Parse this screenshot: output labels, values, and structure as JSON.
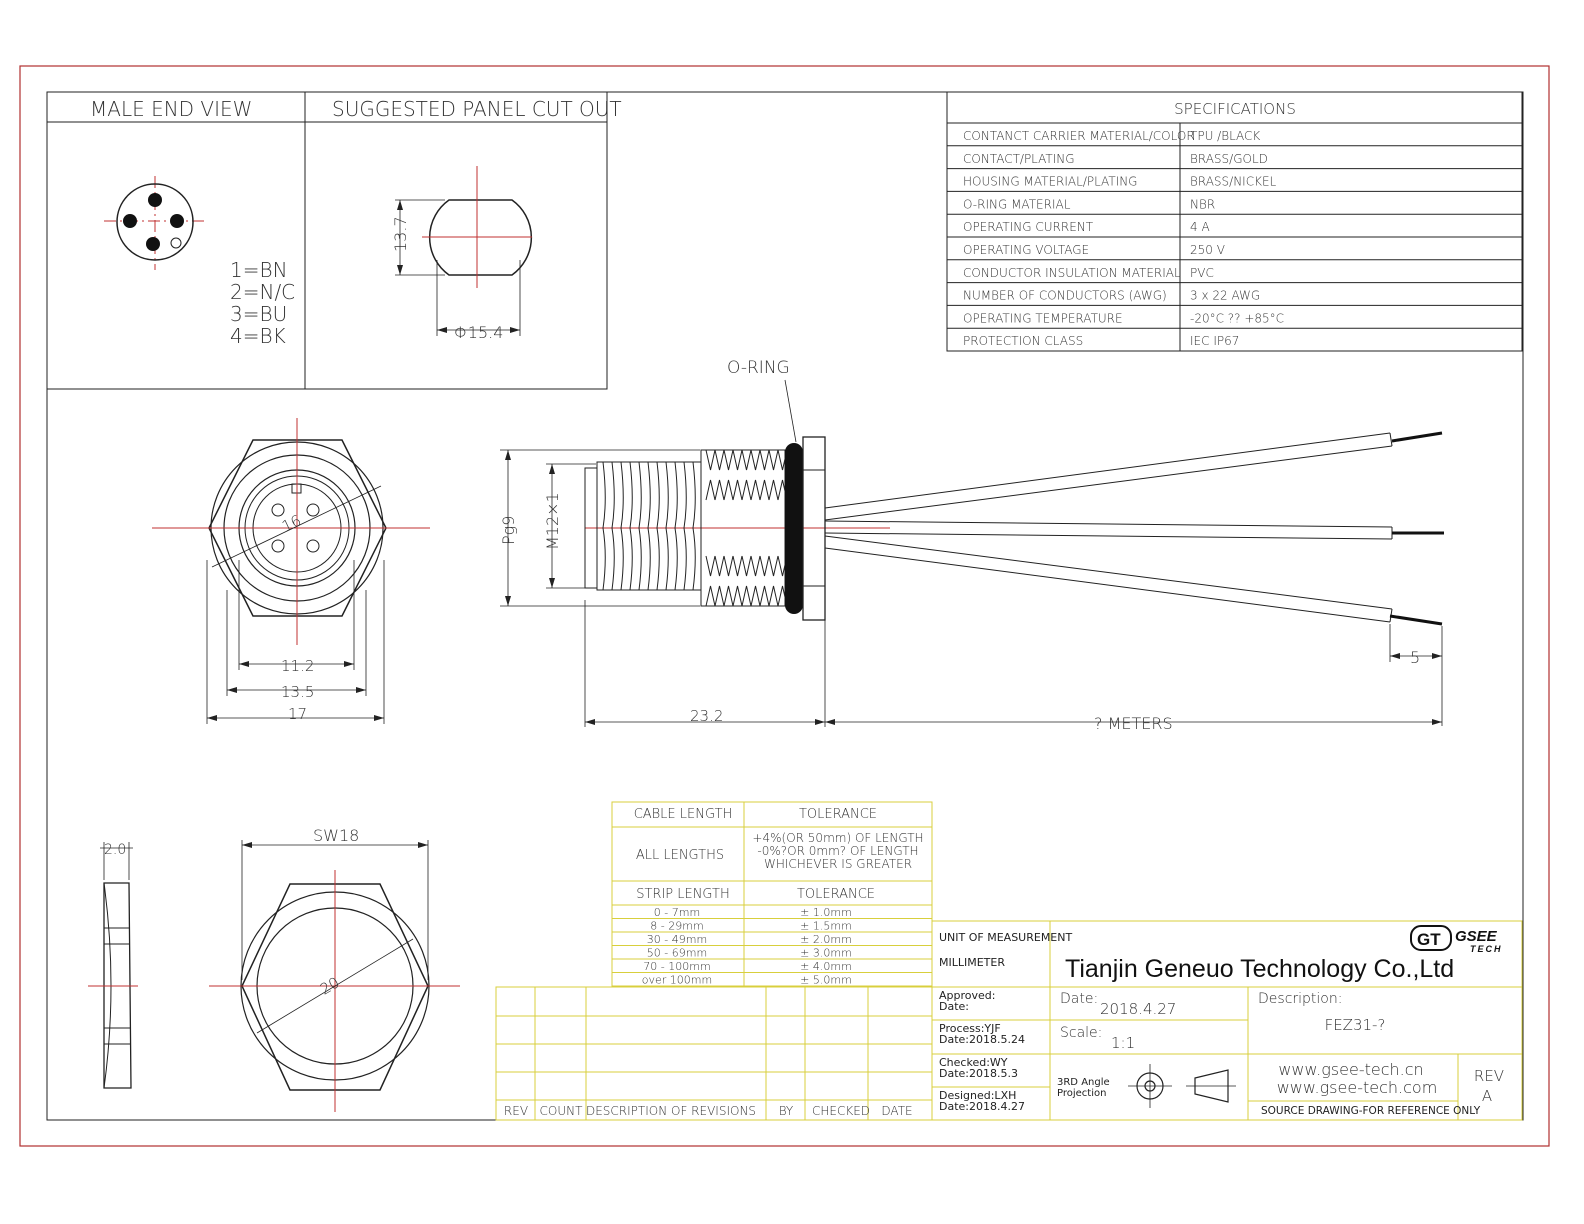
{
  "views": {
    "male_end_view": "MALE END VIEW",
    "panel_cutout": "SUGGESTED PANEL CUT OUT",
    "pinout": [
      "1=BN",
      "2=N/C",
      "3=BU",
      "4=BK"
    ],
    "cutout_height": "13.7",
    "cutout_diameter": "Φ15.4"
  },
  "specs": {
    "title": "SPECIFICATIONS",
    "rows": [
      {
        "label": "CONTANCT CARRIER MATERIAL/COLOR",
        "value": "TPU /BLACK"
      },
      {
        "label": "CONTACT/PLATING",
        "value": "BRASS/GOLD"
      },
      {
        "label": "HOUSING MATERIAL/PLATING",
        "value": "BRASS/NICKEL"
      },
      {
        "label": "O-RING MATERIAL",
        "value": "NBR"
      },
      {
        "label": "OPERATING CURRENT",
        "value": "4 A"
      },
      {
        "label": "OPERATING VOLTAGE",
        "value": "250 V"
      },
      {
        "label": "CONDUCTOR INSULATION MATERIAL",
        "value": "PVC"
      },
      {
        "label": "NUMBER OF CONDUCTORS (AWG)",
        "value": "3 x 22 AWG"
      },
      {
        "label": "OPERATING TEMPERATURE",
        "value": "-20°C ?? +85°C"
      },
      {
        "label": "PROTECTION CLASS",
        "value": "IEC  IP67"
      }
    ]
  },
  "dimensions": {
    "o_ring": "O-RING",
    "thread_pg": "Pg9",
    "thread_m12": "M12×1",
    "front_dia": "16",
    "w_11_2": "11.2",
    "w_13_5": "13.5",
    "w_17": "17",
    "len_23_2": "23.2",
    "cable_len": "? METERS",
    "strip": "5",
    "nut_thick": "2.0",
    "nut_sw": "SW18",
    "nut_dia": "20"
  },
  "tolerance": {
    "h1": "CABLE LENGTH",
    "h2": "TOLERANCE",
    "all_lengths": "ALL LENGTHS",
    "all_tol": [
      "+4%(OR 50mm) OF LENGTH",
      "-0%?OR 0mm? OF LENGTH",
      "WHICHEVER  IS  GREATER"
    ],
    "h3": "STRIP LENGTH",
    "h4": "TOLERANCE",
    "rows": [
      {
        "range": "0 - 7mm",
        "tol": "± 1.0mm"
      },
      {
        "range": "8 - 29mm",
        "tol": "± 1.5mm"
      },
      {
        "range": "30 - 49mm",
        "tol": "± 2.0mm"
      },
      {
        "range": "50 - 69mm",
        "tol": "± 3.0mm"
      },
      {
        "range": "70 - 100mm",
        "tol": "± 4.0mm"
      },
      {
        "range": "over 100mm",
        "tol": "± 5.0mm"
      }
    ]
  },
  "revisions": {
    "headers": [
      "REV",
      "COUNT",
      "DESCRIPTION  OF  REVISIONS",
      "BY",
      "CHECKED",
      "DATE"
    ]
  },
  "title_block": {
    "uom_label": "UNIT OF MEASUREMENT",
    "uom_value": "MILLIMETER",
    "company": "Tianjin Geneuo Technology Co.,Ltd",
    "logo_gt": "GT",
    "logo_name": "GSEE",
    "logo_sub": "TECH",
    "approved": "Approved:",
    "approved_date": "Date:",
    "process": "Process:YJF",
    "process_date": "Date:2018.5.24",
    "checked": "Checked:WY",
    "checked_date": "Date:2018.5.3",
    "designed": "Designed:LXH",
    "designed_date": "Date:2018.4.27",
    "date_label": "Date:",
    "date_value": "2018.4.27",
    "scale_label": "Scale:",
    "scale_value": "1:1",
    "projection": [
      "3RD Angle",
      "Projection"
    ],
    "description_label": "Description:",
    "description_value": "FEZ31-?",
    "url1": "www.gsee-tech.cn",
    "url2": "www.gsee-tech.com",
    "rev_label": "REV",
    "rev_value": "A",
    "note": "SOURCE DRAWING-FOR REFERENCE ONLY"
  }
}
